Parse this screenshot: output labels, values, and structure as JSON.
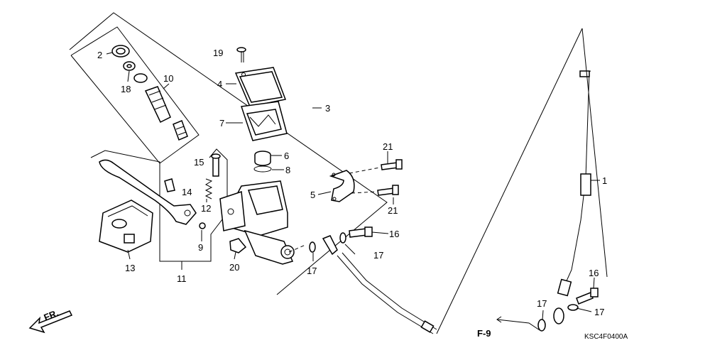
{
  "diagram": {
    "callouts": {
      "c1": "1",
      "c2": "2",
      "c3": "3",
      "c4": "4",
      "c5": "5",
      "c6": "6",
      "c7": "7",
      "c8": "8",
      "c9": "9",
      "c10": "10",
      "c11": "11",
      "c12": "12",
      "c13": "13",
      "c14": "14",
      "c15": "15",
      "c16a": "16",
      "c16b": "16",
      "c17a": "17",
      "c17b": "17",
      "c17c": "17",
      "c18": "18",
      "c19": "19",
      "c20": "20",
      "c21a": "21",
      "c21b": "21"
    },
    "front_indicator": "FR.",
    "ref_page": "F-9",
    "figure_code": "KSC4F0400A"
  }
}
